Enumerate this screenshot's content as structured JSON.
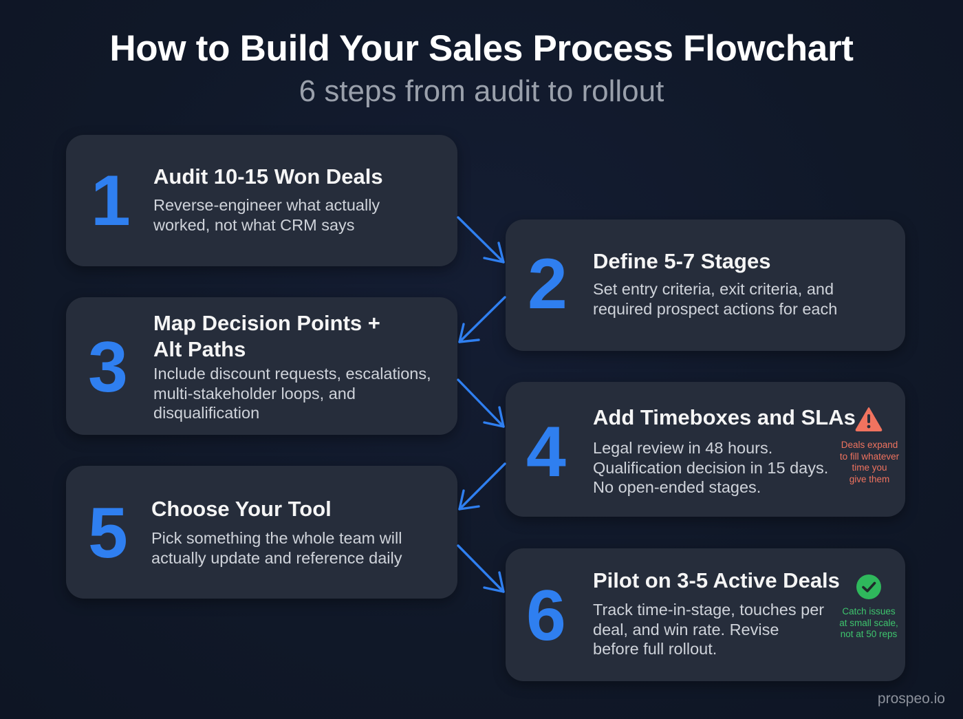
{
  "header": {
    "title": "How to Build Your Sales Process Flowchart",
    "subtitle": "6 steps from audit to rollout"
  },
  "colors": {
    "background": "#111a2e",
    "card": "#262d3b",
    "accent_blue": "#2f7ff0",
    "warning_red": "#f0735f",
    "success_green": "#3ec46d",
    "subtitle_gray": "#9aa0ab"
  },
  "steps": [
    {
      "number": "1",
      "title": "Audit 10-15 Won Deals",
      "description_lines": [
        "Reverse-engineer what actually",
        "worked, not what CRM says"
      ]
    },
    {
      "number": "2",
      "title": "Define 5-7 Stages",
      "description_lines": [
        "Set entry criteria, exit criteria, and",
        "required prospect actions for each"
      ]
    },
    {
      "number": "3",
      "title_lines": [
        "Map Decision Points +",
        "Alt Paths"
      ],
      "description_lines": [
        "Include discount requests, escalations,",
        "multi-stakeholder loops, and",
        "disqualification"
      ]
    },
    {
      "number": "4",
      "title": "Add Timeboxes and SLAs",
      "description_lines": [
        "Legal review in 48 hours.",
        "Qualification decision in 15 days.",
        "No open-ended stages."
      ],
      "callout": {
        "icon": "warning-triangle-icon",
        "lines": [
          "Deals expand",
          "to fill whatever",
          "time you",
          "give them"
        ]
      }
    },
    {
      "number": "5",
      "title": "Choose Your Tool",
      "description_lines": [
        "Pick something the whole team will",
        "actually update and reference daily"
      ]
    },
    {
      "number": "6",
      "title": "Pilot on 3-5 Active Deals",
      "description_lines": [
        "Track time-in-stage, touches per",
        "deal, and win rate. Revise",
        "before full rollout."
      ],
      "callout": {
        "icon": "check-circle-icon",
        "lines": [
          "Catch issues",
          "at small scale,",
          "not at 50 reps"
        ]
      }
    }
  ],
  "footer": {
    "watermark": "prospeo.io"
  }
}
